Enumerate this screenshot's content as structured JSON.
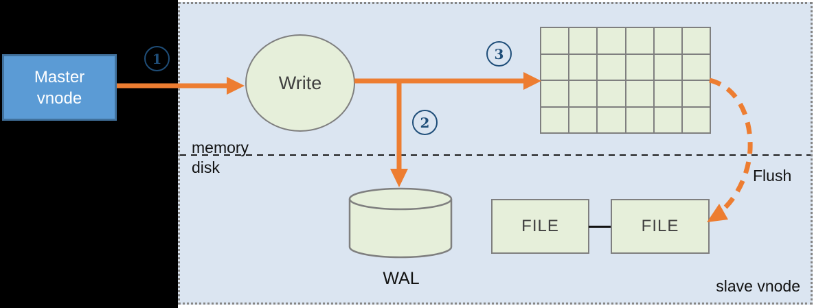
{
  "colors": {
    "panel_bg": "#dbe5f1",
    "node_green": "#e6efda",
    "node_border": "#7f7f7f",
    "orange": "#ed7d31",
    "navy": "#1f4e79",
    "master_fill": "#5b9bd5",
    "master_border": "#41719c",
    "text_dark": "#3f3f3f",
    "text_black": "#111111"
  },
  "nodes": {
    "master_vnode": {
      "line1": "Master",
      "line2": "vnode"
    },
    "write": "Write",
    "wal": "WAL",
    "file_left": "FILE",
    "file_right": "FILE"
  },
  "labels": {
    "step1": "1",
    "step2": "2",
    "step3": "3",
    "memory": "memory",
    "disk": "disk",
    "flush": "Flush",
    "slave_vnode": "slave vnode"
  },
  "mem_table": {
    "rows": 4,
    "cols": 6
  }
}
